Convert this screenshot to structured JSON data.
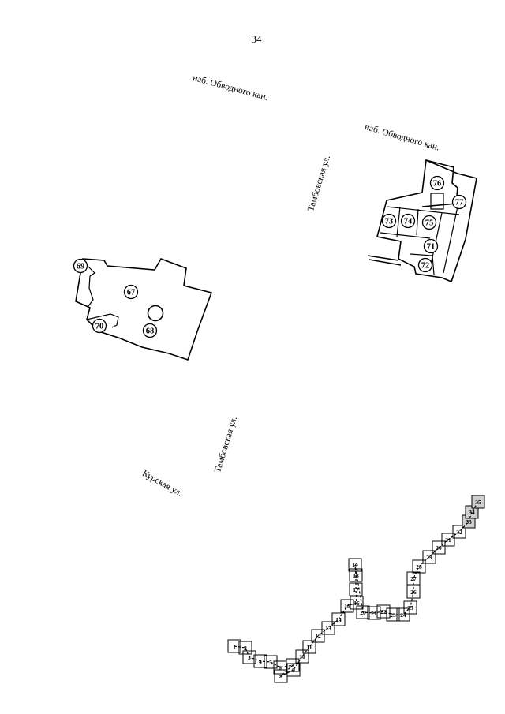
{
  "page_number": "34",
  "streets": {
    "obvodny_1": "наб. Обводного кан.",
    "obvodny_2": "наб. Обводного кан.",
    "tambovskaya_1": "Тамбовская ул.",
    "tambovskaya_2": "Тамбовская ул.",
    "kurskaya": "Курская ул."
  },
  "plots": {
    "p67": "67",
    "p68": "68",
    "p69": "69",
    "p70": "70",
    "p71": "71",
    "p72": "72",
    "p73": "73",
    "p74": "74",
    "p75": "75",
    "p76": "76",
    "p77": "77"
  },
  "segments": [
    "1",
    "2",
    "3",
    "4",
    "5",
    "6",
    "7",
    "8",
    "9",
    "10",
    "11",
    "12",
    "13",
    "14",
    "15",
    "16",
    "17",
    "18",
    "19",
    "20",
    "21",
    "22",
    "23",
    "24",
    "25",
    "26",
    "27",
    "28",
    "29",
    "30",
    "31",
    "32",
    "33",
    "34",
    "35"
  ],
  "colors": {
    "ink": "#000000",
    "paper": "#ffffff"
  }
}
